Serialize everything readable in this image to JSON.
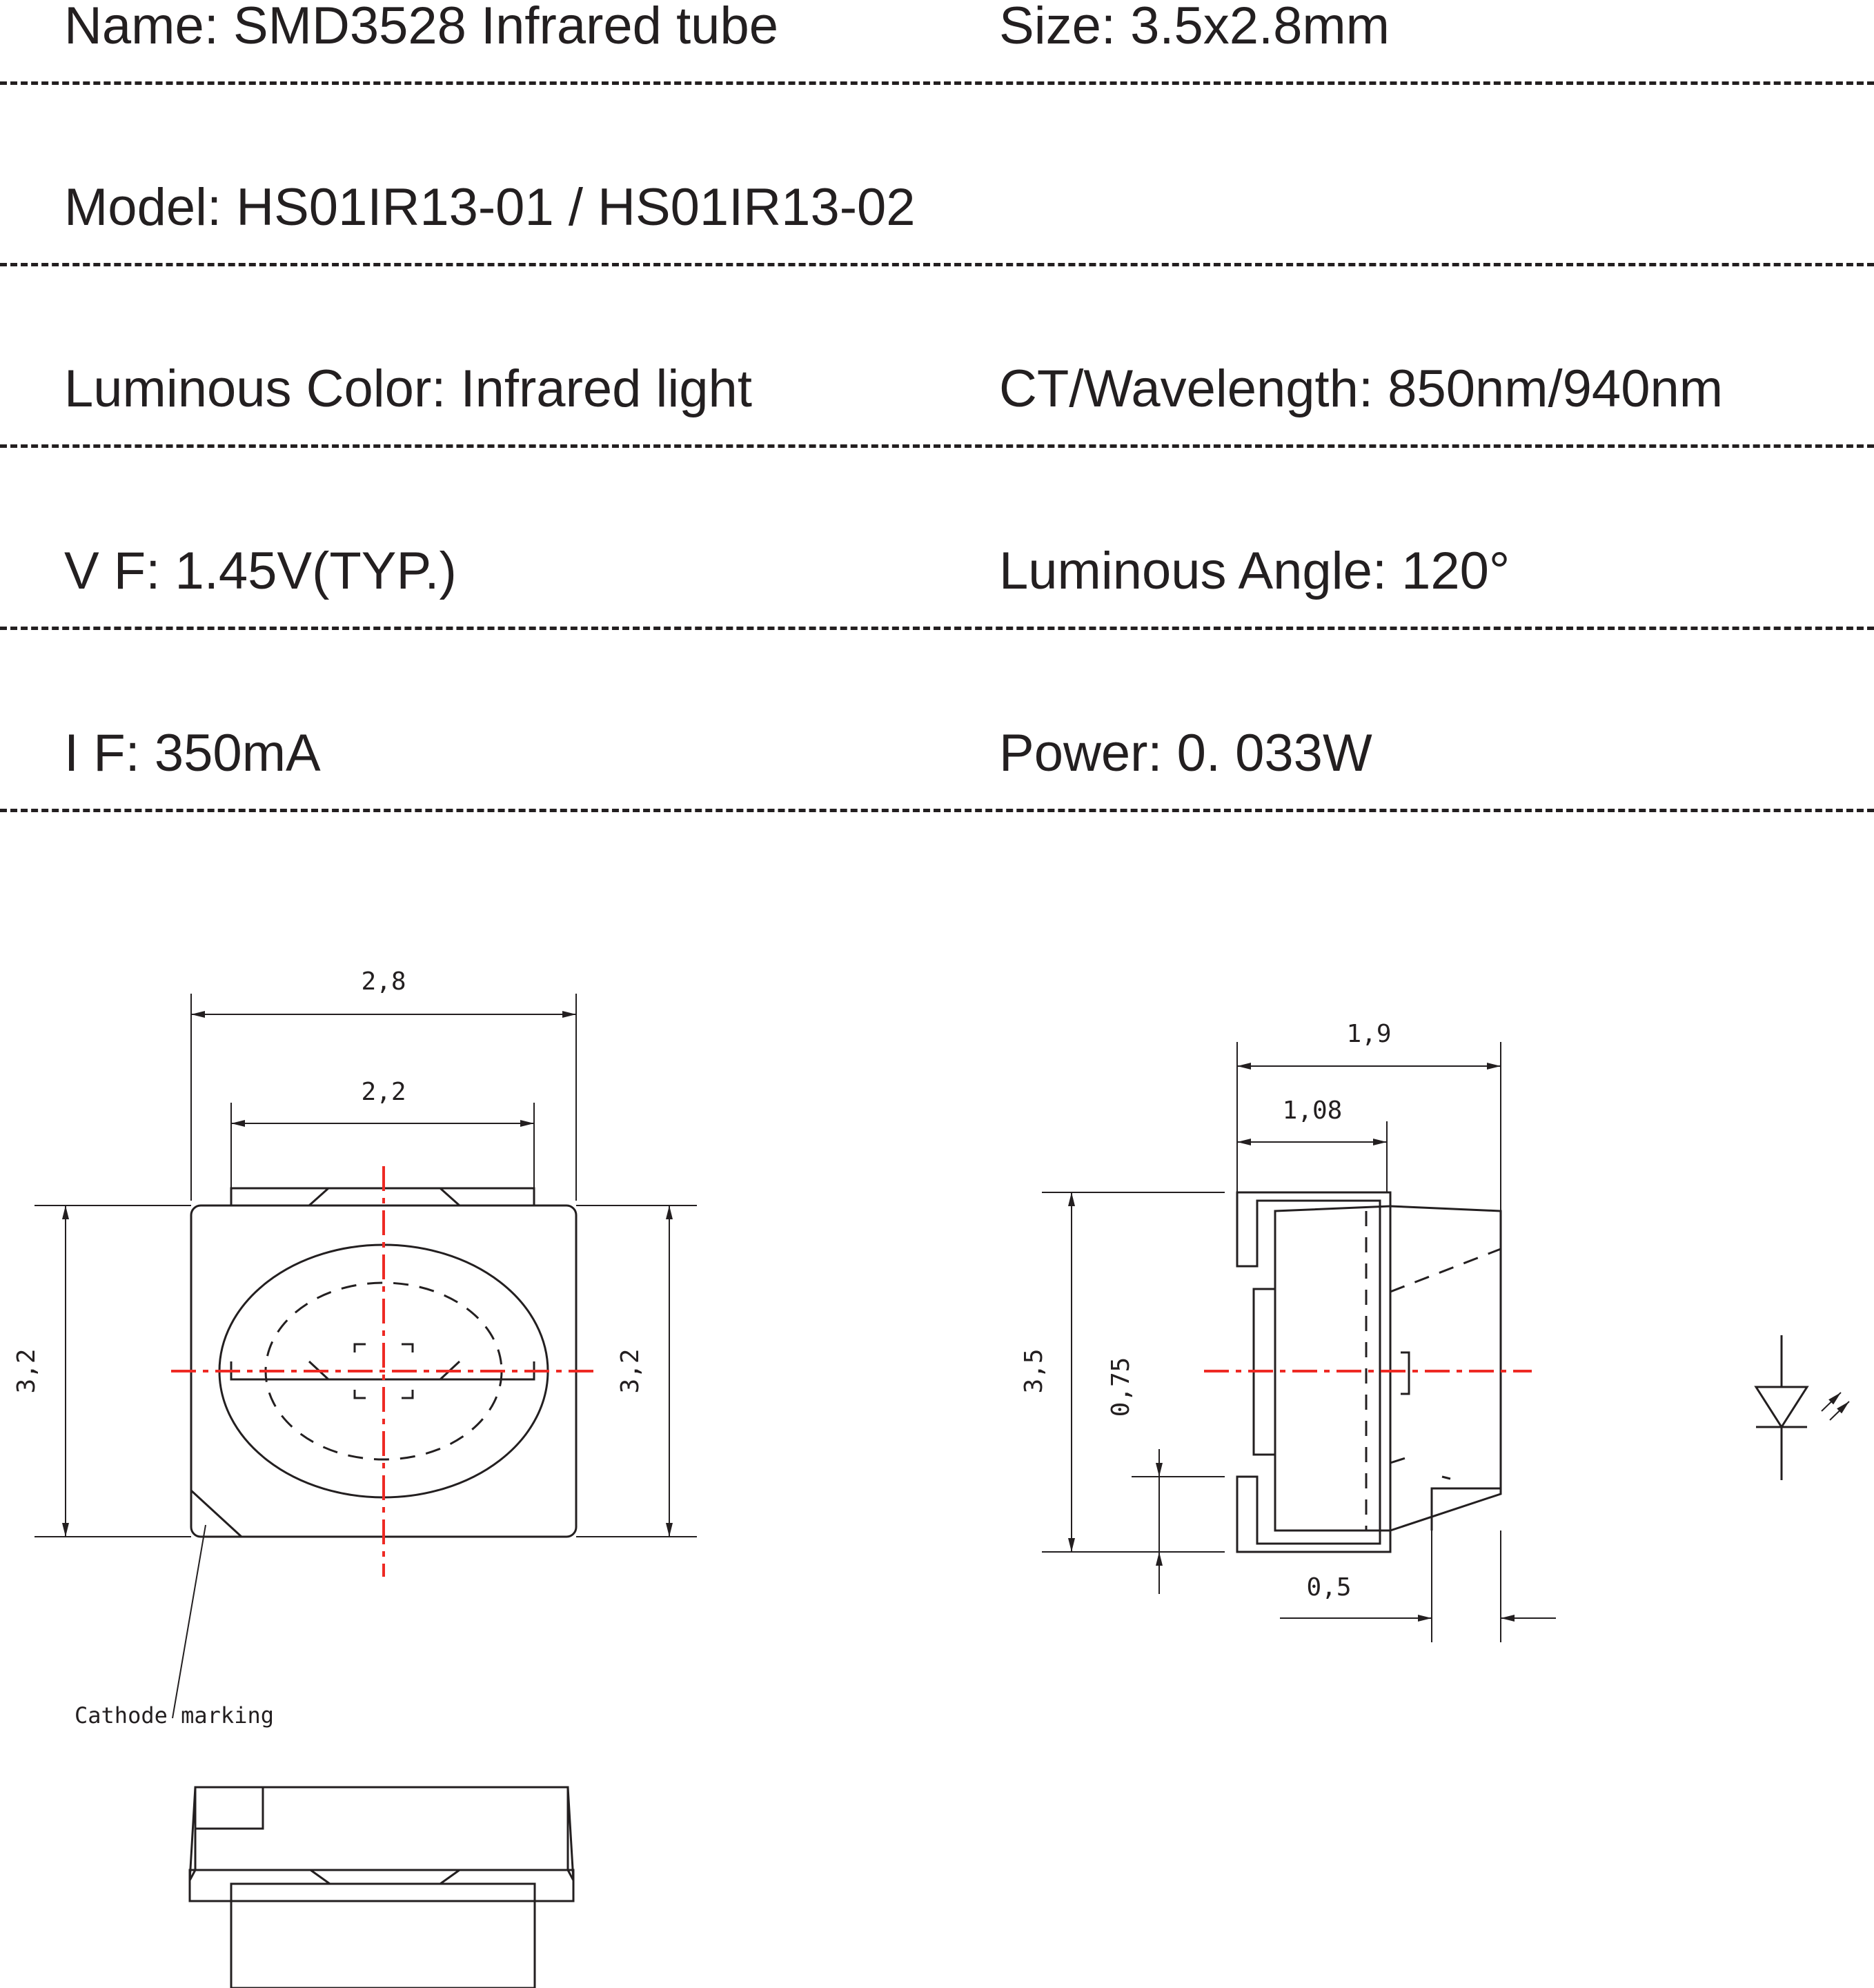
{
  "specs": {
    "name": "Name: SMD3528 Infrared tube",
    "size": "Size: 3.5x2.8mm",
    "model": "Model: HS01IR13-01 / HS01IR13-02",
    "luminous_color": "Luminous Color: Infrared light",
    "wavelength": "CT/Wavelength: 850nm/940nm",
    "vf": "V  F: 1.45V(TYP.)",
    "angle": "Luminous  Angle: 120°",
    "if": "I   F: 350mA",
    "power": "Power: 0. 033W"
  },
  "dimensions": {
    "top_width_outer": "2,8",
    "top_width_inner": "2,2",
    "top_height_left": "3,2",
    "top_height_right": "3,2",
    "side_width": "1,9",
    "side_lead": "1,08",
    "side_height": "3,5",
    "side_pad": "0,75",
    "side_offset": "0,5"
  },
  "labels": {
    "cathode": "Cathode marking"
  },
  "colors": {
    "line": "#231f20",
    "centerline": "#ee2a24"
  },
  "icons": {
    "led_symbol": "led-diode-symbol"
  }
}
